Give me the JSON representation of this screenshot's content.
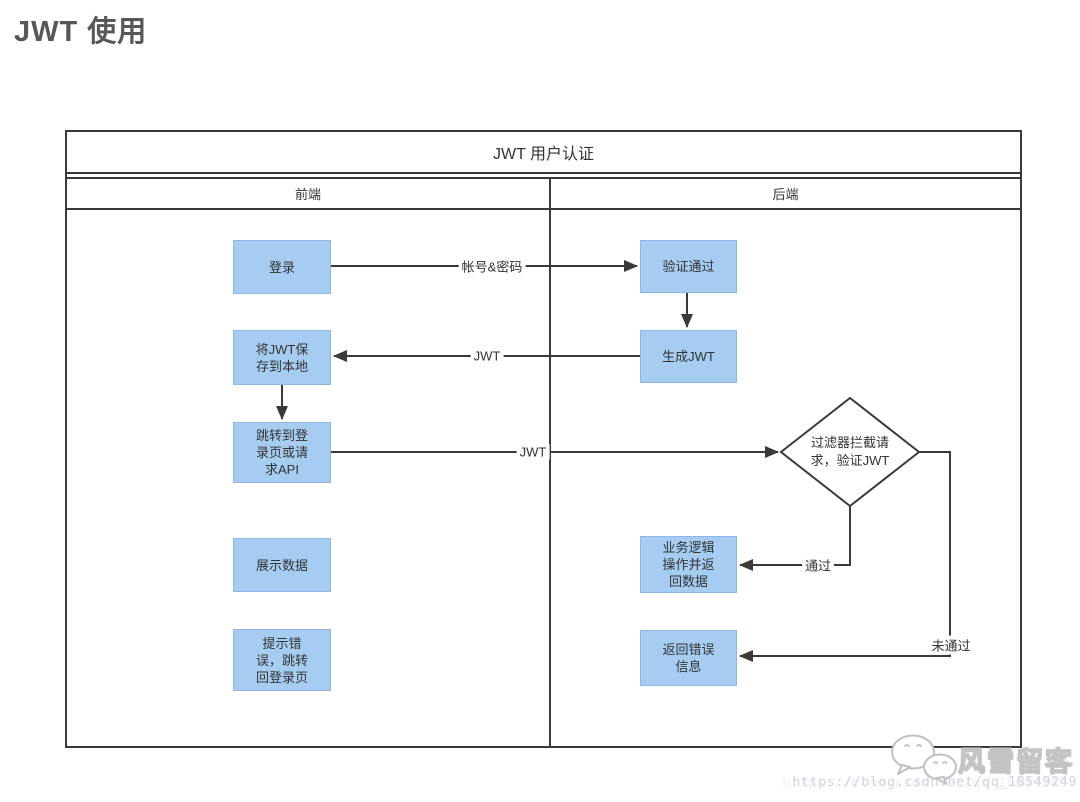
{
  "page": {
    "title": "JWT 使用"
  },
  "diagram": {
    "title": "JWT 用户认证",
    "lanes": {
      "left": "前端",
      "right": "后端"
    },
    "nodes": {
      "login": "登录",
      "verify": "验证通过",
      "gen_jwt": "生成JWT",
      "save_jwt": "将JWT保\n存到本地",
      "redirect": "跳转到登\n录页或请\n求API",
      "filter": "过滤器拦截请\n求，验证JWT",
      "biz": "业务逻辑\n操作并返\n回数据",
      "show_data": "展示数据",
      "return_error": "返回错误\n信息",
      "show_error": "提示错\n误，跳转\n回登录页"
    },
    "edges": {
      "account_pwd": "帐号&密码",
      "jwt_to_client": "JWT",
      "jwt_to_server": "JWT",
      "pass": "通过",
      "fail": "未通过"
    },
    "colors": {
      "node_fill": "#a6ccf2",
      "node_border": "#8cb8e6",
      "line": "#3a3a3a"
    }
  },
  "watermark": {
    "name": "风雪留客",
    "url": "https://blog.csdn.net/qq_18549249",
    "logo": "wechat-icon"
  }
}
